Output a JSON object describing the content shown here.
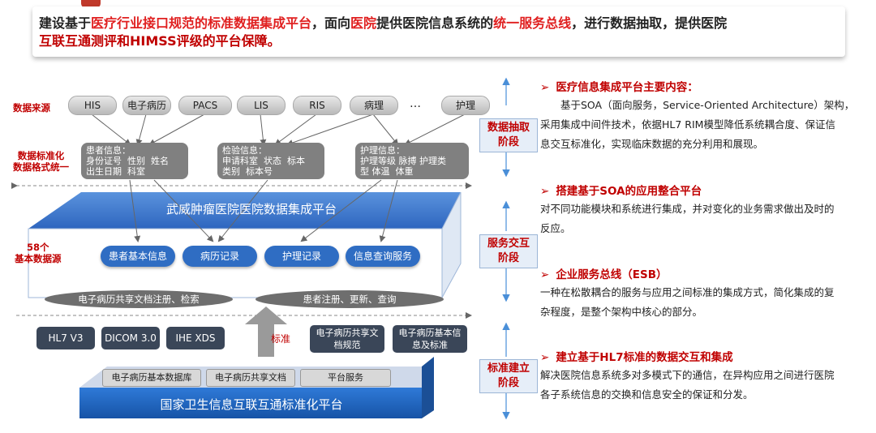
{
  "banner": {
    "line1": [
      {
        "t": "建设基于",
        "c": "k"
      },
      {
        "t": "医疗行业接口规范的标准数据集成平台",
        "c": "r"
      },
      {
        "t": "，面向",
        "c": "k"
      },
      {
        "t": "医院",
        "c": "r"
      },
      {
        "t": "提供医院信息系统的",
        "c": "k"
      },
      {
        "t": "统一服务总线",
        "c": "r"
      },
      {
        "t": "，进行数据抽取，提供医院",
        "c": "k"
      }
    ],
    "line2": "互联互通测评和HIMSS评级的平台保障。"
  },
  "diagram": {
    "label_sources": "数据来源",
    "label_standardize": "数据标准化\n数据格式统一",
    "label_basic": "58个\n基本数据源",
    "sources": [
      "HIS",
      "电子病历",
      "PACS",
      "LIS",
      "RIS",
      "病理",
      "…",
      "护理"
    ],
    "info_boxes": [
      {
        "title": "患者信息：",
        "body": "身份证号  性别  姓名\n出生日期  科室"
      },
      {
        "title": "检验信息：",
        "body": "申请科室  状态  标本\n类别  标本号"
      },
      {
        "title": "护理信息：",
        "body": "护理等级 脉搏 护理类\n型 体温  体重"
      }
    ],
    "platform_title": "武威肿瘤医院医院数据集成平台",
    "services": [
      "患者基本信息",
      "病历记录",
      "护理记录",
      "信息查询服务"
    ],
    "ellipses": [
      "电子病历共享文档注册、检索",
      "患者注册、更新、查询"
    ],
    "standards": [
      "HL7 V3",
      "DICOM 3.0",
      "IHE XDS"
    ],
    "standard_label": "标准",
    "standards2": [
      "电子病历共享文\n档规范",
      "电子病历基本信\n息及标准"
    ],
    "national_modules": [
      "电子病历基本数据库",
      "电子病历共享文档",
      "平台服务"
    ],
    "national_title": "国家卫生信息互联互通标准化平台",
    "stages": [
      "数据抽取\n阶段",
      "服务交互\n阶段",
      "标准建立\n阶段"
    ]
  },
  "right": {
    "sections": [
      {
        "title": "医疗信息集成平台主要内容：",
        "lines": [
          "　　基于SOA（面向服务，Service-Oriented Architecture）架构，",
          "采用集成中间件技术，依据HL7 RIM模型降低系统耦合度、保证信",
          "息交互标准化，实现临床数据的充分利用和展现。"
        ]
      },
      {
        "title": "搭建基于SOA的应用整合平台",
        "lines": [
          "对不同功能模块和系统进行集成，并对变化的业务需求做出及时的",
          "反应。"
        ]
      },
      {
        "title": "企业服务总线（ESB）",
        "lines": [
          "一种在松散耦合的服务与应用之间标准的集成方式，简化集成的复",
          "杂程度，是整个架构中核心的部分。"
        ]
      },
      {
        "title": "建立基于HL7标准的数据交互和集成",
        "lines": [
          "解决医院信息系统多对多模式下的通信，在异构应用之间进行医院",
          "各子系统信息的交换和信息安全的保证和分发。"
        ]
      }
    ]
  },
  "colors": {
    "accent_red": "#c00000",
    "platform_blue": "#3b7bd1",
    "service_blue": "#2f6dc3",
    "national_blue": "#1a5fb4"
  }
}
